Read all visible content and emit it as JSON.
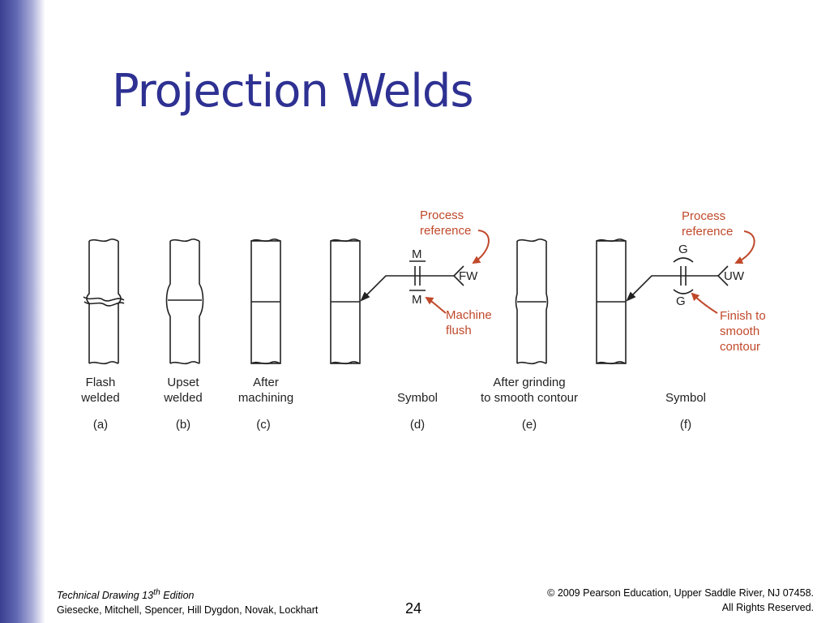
{
  "slide": {
    "title": "Projection Welds",
    "page_number": "24"
  },
  "diagram": {
    "captions": [
      {
        "line1": "Flash",
        "line2": "welded",
        "letter": "(a)"
      },
      {
        "line1": "Upset",
        "line2": "welded",
        "letter": "(b)"
      },
      {
        "line1": "After",
        "line2": "machining",
        "letter": "(c)"
      },
      {
        "line1": "",
        "line2": "Symbol",
        "letter": "(d)"
      },
      {
        "line1": "After grinding",
        "line2": "to smooth contour",
        "letter": "(e)"
      },
      {
        "line1": "",
        "line2": "Symbol",
        "letter": "(f)"
      }
    ],
    "symbol_d": {
      "top_contour": "M",
      "bottom_contour": "M",
      "process": "FW",
      "callout_process": [
        "Process",
        "reference"
      ],
      "callout_finish": [
        "Machine",
        "flush"
      ]
    },
    "symbol_f": {
      "top_contour": "G",
      "bottom_contour": "G",
      "process": "UW",
      "callout_process": [
        "Process",
        "reference"
      ],
      "callout_finish": [
        "Finish to",
        "smooth",
        "contour"
      ]
    },
    "colors": {
      "callout": "#c0492b",
      "ink": "#222222",
      "title": "#2e3192"
    }
  },
  "footer": {
    "book_title": "Technical Drawing",
    "edition_number": "13",
    "edition_suffix": "th",
    "edition_word": "Edition",
    "authors": "Giesecke, Mitchell, Spencer, Hill Dygdon, Novak, Lockhart",
    "copyright": "© 2009 Pearson Education, Upper Saddle River, NJ 07458.",
    "rights": "All Rights Reserved."
  }
}
